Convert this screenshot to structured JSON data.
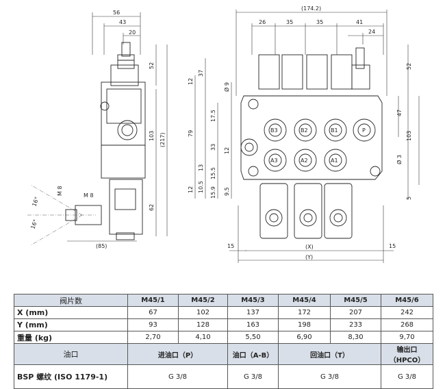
{
  "drawing": {
    "side_view": {
      "dims": [
        "56",
        "43",
        "20",
        "52",
        "103",
        "(217)",
        "62",
        "(85)",
        "M 8",
        "16°",
        "16°",
        "M 8"
      ]
    },
    "front_view": {
      "dims_top": [
        "(174.2)",
        "26",
        "35",
        "35",
        "41",
        "24"
      ],
      "dims_left": [
        "12",
        "37",
        "Ø 9",
        "79",
        "17.5",
        "33",
        "12",
        "15.5",
        "10.5",
        "12",
        "13",
        "15.9",
        "9.5"
      ],
      "dims_right": [
        "52",
        "47",
        "103",
        "Ø 3",
        "5"
      ],
      "dims_bottom": [
        "15",
        "15",
        "(X)",
        "(Y)"
      ],
      "port_labels": [
        "B3",
        "B2",
        "B1",
        "P",
        "A3",
        "A2",
        "A1"
      ]
    }
  },
  "table": {
    "header": [
      "阀片数",
      "M45/1",
      "M45/2",
      "M45/3",
      "M45/4",
      "M45/5",
      "M45/6"
    ],
    "rows": [
      {
        "label": "X (mm)",
        "values": [
          "67",
          "102",
          "137",
          "172",
          "207",
          "242"
        ]
      },
      {
        "label": "Y (mm)",
        "values": [
          "93",
          "128",
          "163",
          "198",
          "233",
          "268"
        ]
      },
      {
        "label": "重量 (kg)",
        "values": [
          "2,70",
          "4,10",
          "5,50",
          "6,90",
          "8,30",
          "9,70"
        ]
      }
    ],
    "port_header": [
      "油口",
      "进油口（P）",
      "油口（A-B）",
      "回油口（T）",
      "输出口（HPCO）"
    ],
    "bsp": {
      "label": "BSP 螺纹 (ISO 1179-1)",
      "values": [
        "G 3/8",
        "G 3/8",
        "G 3/8",
        "G 3/8"
      ]
    }
  }
}
